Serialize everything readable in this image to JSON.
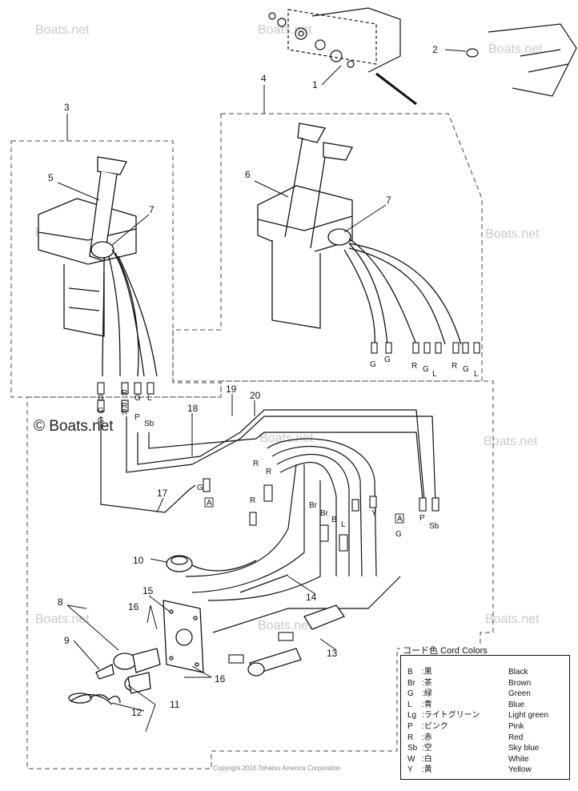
{
  "watermark": "Boats.net",
  "watermark_main": "© Boats.net",
  "copyright": "Copyright 2016 Tohatsu America Corporation",
  "callouts": [
    "1",
    "2",
    "3",
    "4",
    "5",
    "6",
    "7",
    "7",
    "8",
    "9",
    "10",
    "11",
    "12",
    "13",
    "14",
    "15",
    "16",
    "16",
    "17",
    "18",
    "19",
    "20"
  ],
  "wire_labels": {
    "single_remote_top": [
      "G",
      "R",
      "G",
      "L"
    ],
    "single_remote_bottom": [
      "G",
      "R",
      "P",
      "Sb"
    ],
    "single_remote_mid": [
      "G",
      "R"
    ],
    "dual_remote": [
      "G",
      "G",
      "R",
      "G",
      "L",
      "R",
      "G",
      "L"
    ],
    "harness": [
      "G",
      "A",
      "R",
      "R",
      "R",
      "Br",
      "Br",
      "B",
      "L",
      "Y",
      "A",
      "G",
      "P",
      "Sb"
    ]
  },
  "legend": {
    "title": "コード色 Cord Colors",
    "rows": [
      {
        "code": "B",
        "jp": ":黒",
        "en": "Black"
      },
      {
        "code": "Br",
        "jp": ":茶",
        "en": "Brown"
      },
      {
        "code": "G",
        "jp": ":緑",
        "en": "Green"
      },
      {
        "code": "L",
        "jp": ":青",
        "en": "Blue"
      },
      {
        "code": "Lg",
        "jp": ":ライトグリーン",
        "en": "Light green"
      },
      {
        "code": "P",
        "jp": ":ピンク",
        "en": "Pink"
      },
      {
        "code": "R",
        "jp": ":赤",
        "en": "Red"
      },
      {
        "code": "Sb",
        "jp": ":空",
        "en": "Sky  blue"
      },
      {
        "code": "W",
        "jp": ":白",
        "en": "White"
      },
      {
        "code": "Y",
        "jp": ":黄",
        "en": "Yellow"
      }
    ]
  }
}
